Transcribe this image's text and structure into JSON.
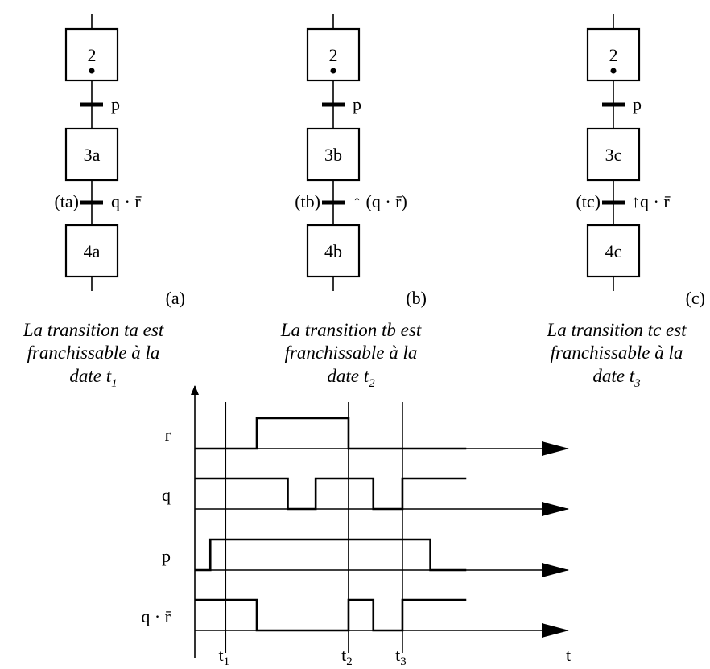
{
  "grafcets": [
    {
      "step_top": "2",
      "cond_top": "p",
      "step_mid": "3a",
      "trans_name": "(ta)",
      "cond_mid": "q · r̄",
      "step_bot": "4a",
      "panel": "(a)",
      "caption": [
        "La transition ta est",
        "franchissable à la",
        "date t"
      ],
      "caption_sub": "1"
    },
    {
      "step_top": "2",
      "cond_top": "p",
      "step_mid": "3b",
      "trans_name": "(tb)",
      "cond_mid": "↑ (q · r̄)",
      "step_bot": "4b",
      "panel": "(b)",
      "caption": [
        "La transition tb est",
        "franchissable à la",
        "date t"
      ],
      "caption_sub": "2"
    },
    {
      "step_top": "2",
      "cond_top": "p",
      "step_mid": "3c",
      "trans_name": "(tc)",
      "cond_mid": "↑q · r̄",
      "step_bot": "4c",
      "panel": "(c)",
      "caption": [
        "La transition tc est",
        "franchissable à la",
        "date t"
      ],
      "caption_sub": "3"
    }
  ],
  "timing": {
    "signals": [
      {
        "name": "r",
        "levels": [
          [
            0,
            0
          ],
          [
            1.0,
            0
          ],
          [
            1.0,
            1
          ],
          [
            2.48,
            1
          ],
          [
            2.48,
            0
          ],
          [
            4.38,
            0
          ]
        ]
      },
      {
        "name": "q",
        "levels": [
          [
            0,
            1
          ],
          [
            1.5,
            1
          ],
          [
            1.5,
            0
          ],
          [
            1.95,
            0
          ],
          [
            1.95,
            1
          ],
          [
            2.88,
            1
          ],
          [
            2.88,
            0
          ],
          [
            3.35,
            0
          ],
          [
            3.35,
            1
          ],
          [
            4.38,
            1
          ]
        ]
      },
      {
        "name": "p",
        "levels": [
          [
            0,
            0
          ],
          [
            0.25,
            0
          ],
          [
            0.25,
            1
          ],
          [
            3.8,
            1
          ],
          [
            3.8,
            0
          ],
          [
            4.38,
            0
          ]
        ]
      },
      {
        "name": "q · r̄",
        "levels": [
          [
            0,
            1
          ],
          [
            1.0,
            1
          ],
          [
            1.0,
            0
          ],
          [
            2.48,
            0
          ],
          [
            2.48,
            1
          ],
          [
            2.88,
            1
          ],
          [
            2.88,
            0
          ],
          [
            3.35,
            0
          ],
          [
            3.35,
            1
          ],
          [
            4.38,
            1
          ]
        ]
      }
    ],
    "markers": [
      {
        "label": "t",
        "sub": "1",
        "t": 0.25
      },
      {
        "label": "t",
        "sub": "2",
        "t": 2.48
      },
      {
        "label": "t",
        "sub": "3",
        "t": 3.35
      }
    ],
    "axis_label": "t"
  }
}
